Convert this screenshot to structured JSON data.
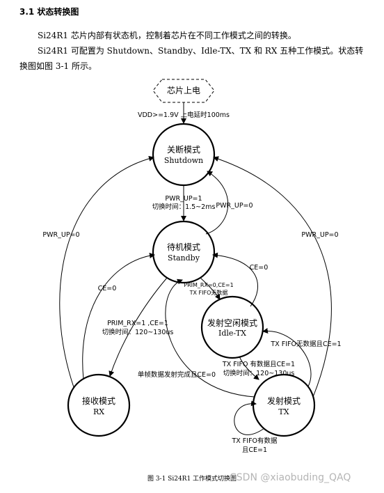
{
  "section_heading": "3.1 状态转换图",
  "paragraphs": [
    "Si24R1 芯片内部有状态机，控制着芯片在不同工作模式之间的转换。",
    "Si24R1 可配置为 Shutdown、Standby、Idle-TX、TX 和 RX 五种工作模式。状态转换图如图 3-1 所示。"
  ],
  "diagram": {
    "nodes": {
      "power": {
        "label": "芯片上电"
      },
      "shutdown": {
        "label_cn": "关断模式",
        "label_en": "Shutdown"
      },
      "standby": {
        "label_cn": "待机模式",
        "label_en": "Standby"
      },
      "idletx": {
        "label_cn": "发射空闲模式",
        "label_en": "Idle-TX"
      },
      "rx": {
        "label_cn": "接收模式",
        "label_en": "RX"
      },
      "tx": {
        "label_cn": "发射模式",
        "label_en": "TX"
      }
    },
    "edges": {
      "power_to_shutdown": "VDD>=1.9V 上电延时100ms",
      "shutdown_to_standby_1": "PWR_UP=1",
      "shutdown_to_standby_2": "切换时间：1.5~2ms",
      "standby_to_shutdown": "PWR_UP=0",
      "rx_to_shutdown": "PWR_UP=0",
      "tx_to_shutdown": "PWR_UP=0",
      "rx_to_standby": "CE=0",
      "standby_to_rx_1": "PRIM_RX=1 ,CE=1",
      "standby_to_rx_2": "切换时间：120~130us",
      "standby_to_idletx_1": "PRIM_RX=0,CE=1",
      "standby_to_idletx_2": "TX FIFO无数据",
      "idletx_to_standby": "CE=0",
      "tx_to_idletx": "TX FIFO无数据且CE=1",
      "idletx_to_tx_1": "TX FIFO 有数据且CE=1",
      "idletx_to_tx_2": "切换时间：120~130us",
      "tx_to_standby": "单帧数据发射完成且CE=0",
      "tx_loop_1": "TX FIFO有数据",
      "tx_loop_2": "且CE=1"
    }
  },
  "caption": "图 3-1 Si24R1 工作模式切换图",
  "watermark": "CSDN @xiaobuding_QAQ"
}
